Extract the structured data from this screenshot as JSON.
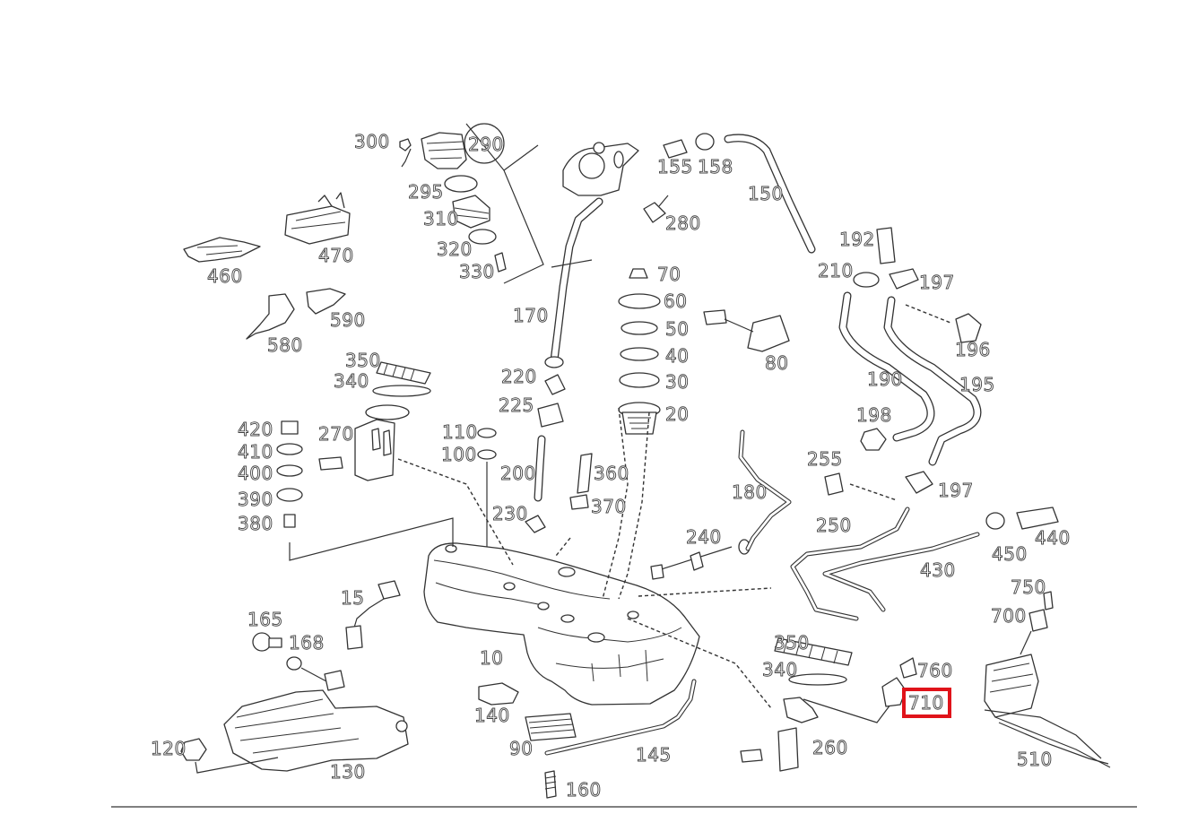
{
  "diagram": {
    "highlight_color": "#e0131a",
    "highlighted_label": "710",
    "callouts": {
      "c10": "10",
      "c15": "15",
      "c20": "20",
      "c30": "30",
      "c40": "40",
      "c50": "50",
      "c60": "60",
      "c70": "70",
      "c80": "80",
      "c90": "90",
      "c100": "100",
      "c110": "110",
      "c120": "120",
      "c130": "130",
      "c140": "140",
      "c145": "145",
      "c150": "150",
      "c155": "155",
      "c158": "158",
      "c160": "160",
      "c165": "165",
      "c168": "168",
      "c170": "170",
      "c180": "180",
      "c190": "190",
      "c192": "192",
      "c195": "195",
      "c196": "196",
      "c197a": "197",
      "c197b": "197",
      "c198": "198",
      "c200": "200",
      "c210": "210",
      "c220": "220",
      "c225": "225",
      "c230": "230",
      "c240": "240",
      "c250": "250",
      "c255": "255",
      "c260": "260",
      "c270": "270",
      "c280": "280",
      "c290": "290",
      "c295": "295",
      "c300": "300",
      "c310": "310",
      "c320": "320",
      "c330": "330",
      "c340a": "340",
      "c340b": "340",
      "c350a": "350",
      "c350b": "350",
      "c360": "360",
      "c370": "370",
      "c380": "380",
      "c390": "390",
      "c400": "400",
      "c410": "410",
      "c420": "420",
      "c430": "430",
      "c440": "440",
      "c450": "450",
      "c460": "460",
      "c470": "470",
      "c510": "510",
      "c580": "580",
      "c590": "590",
      "c700": "700",
      "c710": "710",
      "c750": "750",
      "c760": "760"
    }
  }
}
